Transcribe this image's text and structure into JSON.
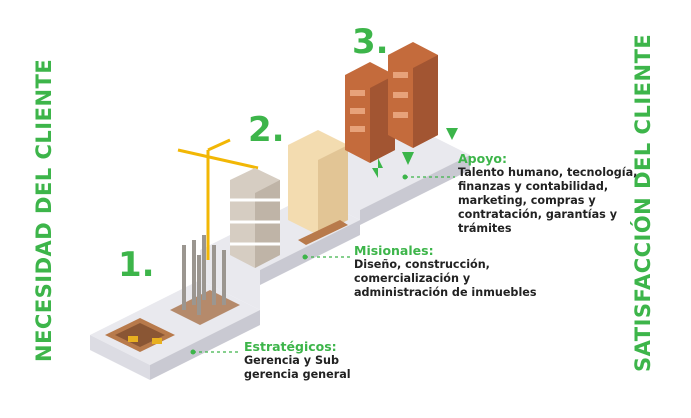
{
  "left_axis": "NECESIDAD DEL CLIENTE",
  "right_axis": "SATISFACCIÓN DEL CLIENTE",
  "steps": [
    {
      "number": "1.",
      "title": "Estratégicos:",
      "lines": [
        "Gerencia y Sub",
        "gerencia general"
      ]
    },
    {
      "number": "2.",
      "title": "Misionales:",
      "lines": [
        "Diseño, construcción,",
        "comercialización y",
        "administración de inmuebles"
      ]
    },
    {
      "number": "3.",
      "title": "Apoyo:",
      "lines": [
        "Talento humano, tecnología,",
        "finanzas y contabilidad,",
        "marketing, compras y",
        "contratación, garantías y",
        "trámites"
      ]
    }
  ],
  "colors": {
    "accent": "#3db54a",
    "text": "#222222"
  }
}
